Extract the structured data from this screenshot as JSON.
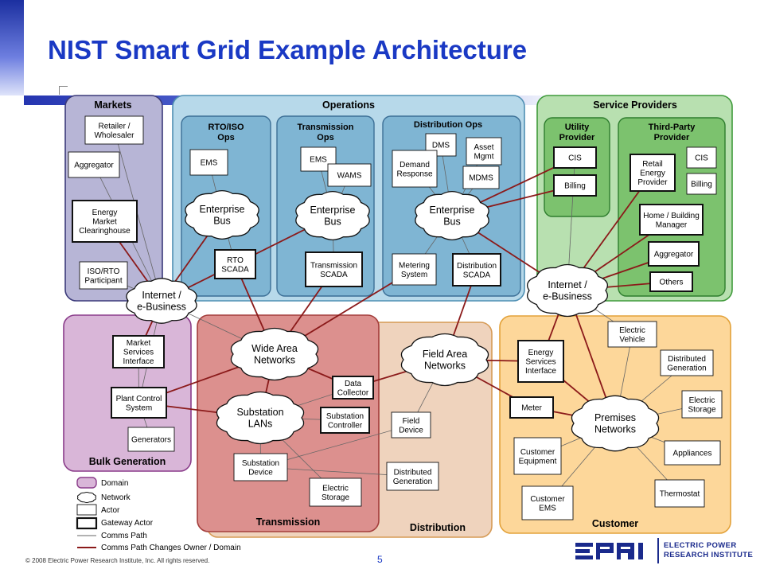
{
  "title": "NIST Smart Grid Example Architecture",
  "colors": {
    "title": "#1a39c4",
    "comms_path": "#666666",
    "owner_path": "#8b1a1a"
  },
  "domains": {
    "markets": "Markets",
    "operations": "Operations",
    "service_providers": "Service Providers",
    "bulk_generation": "Bulk Generation",
    "transmission": "Transmission",
    "distribution": "Distribution",
    "customer": "Customer"
  },
  "subdomains": {
    "rto_iso_ops": [
      "RTO/ISO",
      "Ops"
    ],
    "transmission_ops": [
      "Transmission",
      "Ops"
    ],
    "distribution_ops": "Distribution Ops",
    "utility_provider": [
      "Utility",
      "Provider"
    ],
    "third_party_provider": [
      "Third-Party",
      "Provider"
    ]
  },
  "actors": {
    "retailer": [
      "Retailer /",
      "Wholesaler"
    ],
    "aggregator_m": [
      "Aggregator"
    ],
    "energy_market": [
      "Energy",
      "Market",
      "Clearinghouse"
    ],
    "iso_rto": [
      "ISO/RTO",
      "Participant"
    ],
    "ems1": [
      "EMS"
    ],
    "ems2": [
      "EMS"
    ],
    "wams": [
      "WAMS"
    ],
    "dms": [
      "DMS"
    ],
    "asset_mgmt": [
      "Asset",
      "Mgmt"
    ],
    "demand_response": [
      "Demand",
      "Response"
    ],
    "mdms": [
      "MDMS"
    ],
    "rto_scada": [
      "RTO",
      "SCADA"
    ],
    "transmission_scada": [
      "Transmission",
      "SCADA"
    ],
    "metering_system": [
      "Metering",
      "System"
    ],
    "distribution_scada": [
      "Distribution",
      "SCADA"
    ],
    "cis1": [
      "CIS"
    ],
    "billing1": [
      "Billing"
    ],
    "retail_energy": [
      "Retail",
      "Energy",
      "Provider"
    ],
    "cis2": [
      "CIS"
    ],
    "billing2": [
      "Billing"
    ],
    "home_building": [
      "Home / Building",
      "Manager"
    ],
    "aggregator_sp": [
      "Aggregator"
    ],
    "others": [
      "Others"
    ],
    "market_services": [
      "Market",
      "Services",
      "Interface"
    ],
    "plant_control": [
      "Plant Control",
      "System"
    ],
    "generators": [
      "Generators"
    ],
    "data_collector": [
      "Data",
      "Collector"
    ],
    "substation_controller": [
      "Substation",
      "Controller"
    ],
    "substation_device": [
      "Substation",
      "Device"
    ],
    "electric_storage_t": [
      "Electric",
      "Storage"
    ],
    "field_device": [
      "Field",
      "Device"
    ],
    "distributed_generation_d": [
      "Distributed",
      "Generation"
    ],
    "energy_services": [
      "Energy",
      "Services",
      "Interface"
    ],
    "meter": [
      "Meter"
    ],
    "electric_vehicle": [
      "Electric",
      "Vehicle"
    ],
    "distributed_generation_c": [
      "Distributed",
      "Generation"
    ],
    "electric_storage_c": [
      "Electric",
      "Storage"
    ],
    "appliances": [
      "Appliances"
    ],
    "customer_equipment": [
      "Customer",
      "Equipment"
    ],
    "customer_ems": [
      "Customer",
      "EMS"
    ],
    "thermostat": [
      "Thermostat"
    ]
  },
  "networks": {
    "enterprise_rto": [
      "Enterprise",
      "Bus"
    ],
    "enterprise_trans": [
      "Enterprise",
      "Bus"
    ],
    "enterprise_dist": [
      "Enterprise",
      "Bus"
    ],
    "internet_left": [
      "Internet /",
      "e-Business"
    ],
    "internet_right": [
      "Internet /",
      "e-Business"
    ],
    "wide_area": [
      "Wide Area",
      "Networks"
    ],
    "substation_lans": [
      "Substation",
      "LANs"
    ],
    "field_area": [
      "Field Area",
      "Networks"
    ],
    "premises": [
      "Premises",
      "Networks"
    ]
  },
  "legend": {
    "domain": "Domain",
    "network": "Network",
    "actor": "Actor",
    "gateway": "Gateway Actor",
    "comms": "Comms Path",
    "owner_change": "Comms Path Changes Owner / Domain"
  },
  "footer": {
    "copyright": "© 2008 Electric Power Research Institute, Inc. All rights reserved.",
    "page": "5",
    "logo_line1": "ELECTRIC POWER",
    "logo_line2": "RESEARCH INSTITUTE"
  }
}
